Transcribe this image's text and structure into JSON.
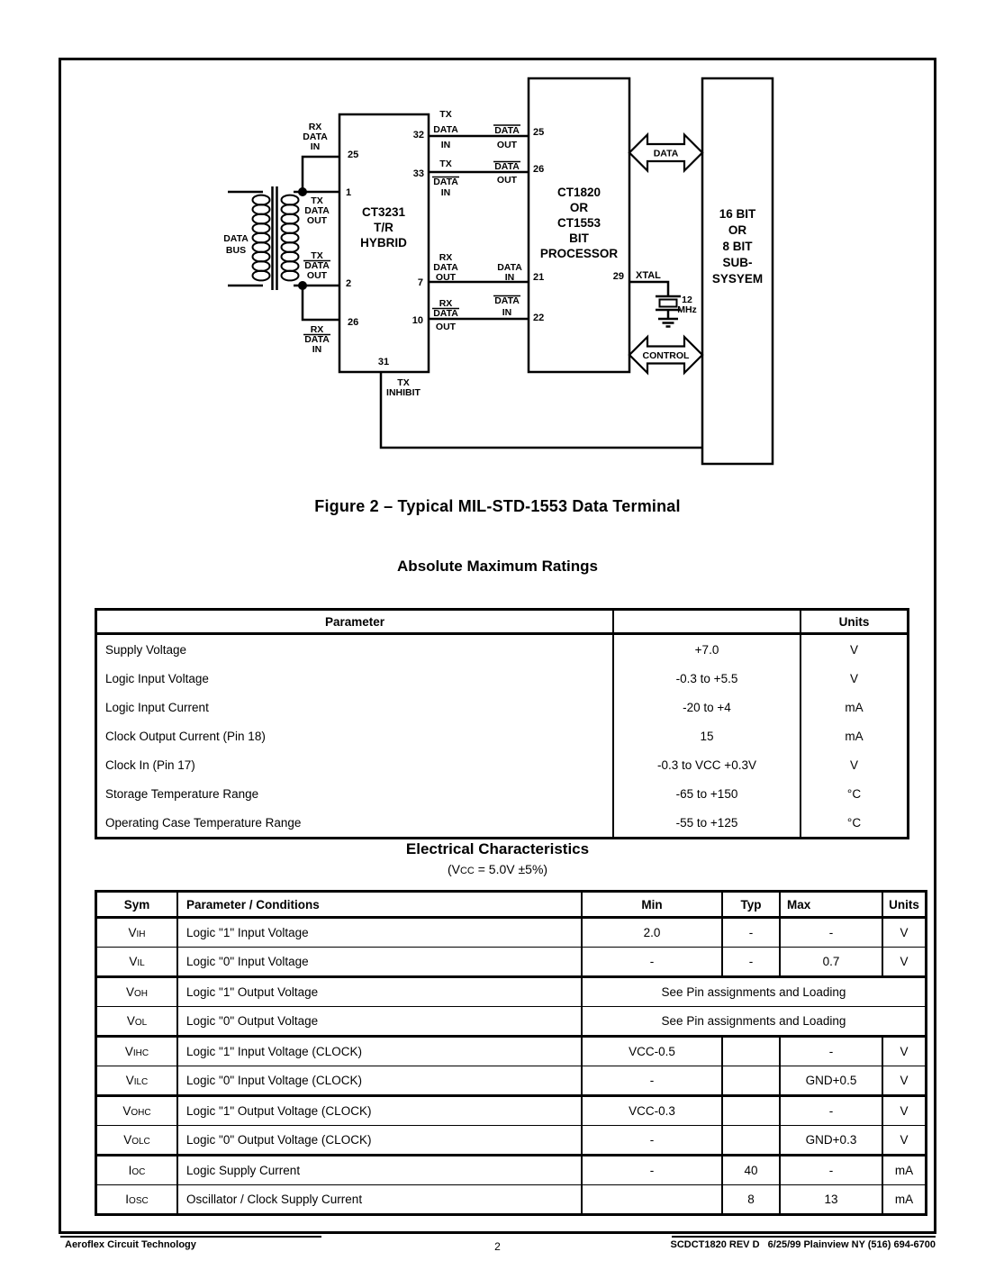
{
  "figure_caption": "Figure 2 – Typical MIL-STD-1553 Data Terminal",
  "diagram": {
    "bus": {
      "l1": "DATA",
      "l2": "BUS"
    },
    "hybrid_title": {
      "l1": "CT3231",
      "l2": "T/R",
      "l3": "HYBRID"
    },
    "processor_title": {
      "l1": "CT1820",
      "l2": "OR",
      "l3": "CT1553",
      "l4": "BIT",
      "l5": "PROCESSOR"
    },
    "subsystem_title": {
      "l1": "16 BIT",
      "l2": "OR",
      "l3": "8 BIT",
      "l4": "SUB-",
      "l5": "SYSYEM"
    },
    "labels": {
      "rx_data_in_top": {
        "l1": "RX",
        "l2": "DATA",
        "l3": "IN"
      },
      "tx_data_out": {
        "l1": "TX",
        "l2": "DATA",
        "l3": "OUT"
      },
      "tx_ndata_out": {
        "l1": "TX",
        "l2": "DATA",
        "l3": "OUT"
      },
      "rx_ndata_in": {
        "l1": "RX",
        "l2": "DATA",
        "l3": "IN"
      },
      "tx_data_in": {
        "l1": "TX",
        "l2": "DATA",
        "l3": "IN"
      },
      "ndata_out_1": {
        "l1": "DATA",
        "l2": "OUT"
      },
      "tx_ndata_in": {
        "l1": "TX",
        "l2": "DATA",
        "l3": "IN"
      },
      "ndata_out_2": {
        "l1": "DATA",
        "l2": "OUT"
      },
      "rx_data_out": {
        "l1": "RX",
        "l2": "DATA",
        "l3": "OUT"
      },
      "data_in": {
        "l1": "DATA",
        "l2": "IN"
      },
      "rx_ndata_out": {
        "l1": "RX",
        "l2": "DATA",
        "l3": "OUT"
      },
      "ndata_in": {
        "l1": "DATA",
        "l2": "IN"
      },
      "tx_inhibit": {
        "l1": "TX",
        "l2": "INHIBIT"
      },
      "xtal": "XTAL",
      "crystal": {
        "l1": "12",
        "l2": "MHz"
      },
      "data_arrow": "DATA",
      "control_arrow": "CONTROL"
    },
    "pins": {
      "h25": "25",
      "h1": "1",
      "h2": "2",
      "h26": "26",
      "h32": "32",
      "h33": "33",
      "h7": "7",
      "h10": "10",
      "h31": "31",
      "p25": "25",
      "p26": "26",
      "p21": "21",
      "p22": "22",
      "p29": "29"
    }
  },
  "abs_max": {
    "title": "Absolute Maximum Ratings",
    "headers": {
      "parameter": "Parameter",
      "value": "",
      "units": "Units"
    },
    "rows": [
      {
        "parameter": "Supply Voltage",
        "value": "+7.0",
        "units": "V"
      },
      {
        "parameter": "Logic Input Voltage",
        "value": "-0.3 to +5.5",
        "units": "V"
      },
      {
        "parameter": "Logic Input Current",
        "value": "-20 to +4",
        "units": "mA"
      },
      {
        "parameter": "Clock Output Current (Pin 18)",
        "value": "15",
        "units": "mA"
      },
      {
        "parameter": "Clock In (Pin 17)",
        "value": "-0.3 to VCC +0.3V",
        "units": "V"
      },
      {
        "parameter": "Storage Temperature Range",
        "value": "-65 to +150",
        "units": "°C"
      },
      {
        "parameter": "Operating Case Temperature Range",
        "value": "-55 to +125",
        "units": "°C"
      }
    ]
  },
  "elec": {
    "title": "Electrical Characteristics",
    "subtitle": {
      "pre": "(V",
      "sub": "CC",
      "post": " = 5.0V ±5%)"
    },
    "headers": {
      "sym": "Sym",
      "param": "Parameter / Conditions",
      "min": "Min",
      "typ": "Typ",
      "max": "Max",
      "units": "Units"
    },
    "rows": [
      {
        "sym_base": "V",
        "sym_sub": "IH",
        "param": "Logic \"1\" Input Voltage",
        "min": "2.0",
        "typ": "-",
        "max": "-",
        "units": "V"
      },
      {
        "sym_base": "V",
        "sym_sub": "IL",
        "param": "Logic \"0\" Input Voltage",
        "min": "-",
        "typ": "-",
        "max": "0.7",
        "units": "V"
      },
      {
        "sym_base": "V",
        "sym_sub": "OH",
        "param": "Logic \"1\" Output Voltage",
        "span": "See Pin assignments and Loading"
      },
      {
        "sym_base": "V",
        "sym_sub": "OL",
        "param": "Logic \"0\" Output Voltage",
        "span": "See Pin assignments and Loading"
      },
      {
        "sym_base": "V",
        "sym_sub": "IHC",
        "param": "Logic \"1\" Input Voltage (CLOCK)",
        "min": "VCC-0.5",
        "typ": "",
        "max": "-",
        "units": "V"
      },
      {
        "sym_base": "V",
        "sym_sub": "ILC",
        "param": "Logic \"0\" Input Voltage (CLOCK)",
        "min": "-",
        "typ": "",
        "max": "GND+0.5",
        "units": "V"
      },
      {
        "sym_base": "V",
        "sym_sub": "OHC",
        "param": "Logic \"1\" Output Voltage (CLOCK)",
        "min": "VCC-0.3",
        "typ": "",
        "max": "-",
        "units": "V"
      },
      {
        "sym_base": "V",
        "sym_sub": "OLC",
        "param": "Logic \"0\" Output Voltage (CLOCK)",
        "min": "-",
        "typ": "",
        "max": "GND+0.3",
        "units": "V"
      },
      {
        "sym_base": "I",
        "sym_sub": "OC",
        "param": "Logic Supply Current",
        "min": "-",
        "typ": "40",
        "max": "-",
        "units": "mA"
      },
      {
        "sym_base": "I",
        "sym_sub": "OSC",
        "param": "Oscillator / Clock Supply Current",
        "min": "",
        "typ": "8",
        "max": "13",
        "units": "mA"
      }
    ]
  },
  "footer": {
    "company": "Aeroflex Circuit Technology",
    "page_number": "2",
    "doc_ref": "SCDCT1820 REV D   6/25/99 Plainview NY (516) 694-6700"
  }
}
